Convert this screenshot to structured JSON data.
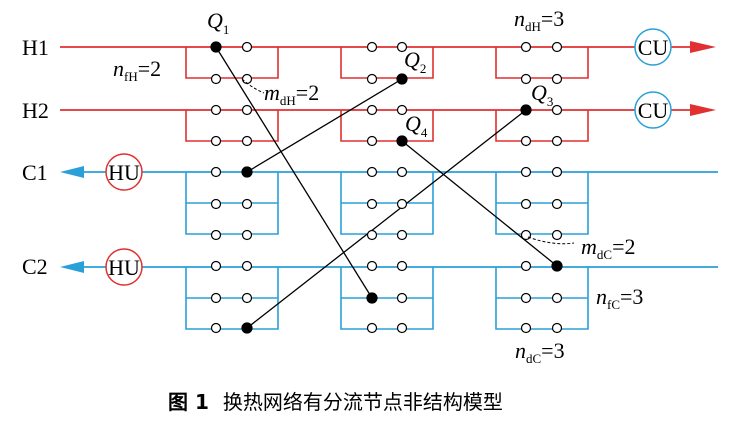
{
  "streams": {
    "hot": [
      {
        "name": "H1",
        "unit": "CU",
        "color": "#e03030"
      },
      {
        "name": "H2",
        "unit": "CU",
        "color": "#e03030"
      }
    ],
    "cold": [
      {
        "name": "C1",
        "unit": "HU",
        "color": "#2aa0d8"
      },
      {
        "name": "C2",
        "unit": "HU",
        "color": "#2aa0d8"
      }
    ]
  },
  "annotations": {
    "nfH": {
      "sym": "n",
      "sub": "fH",
      "value": "=2"
    },
    "mdH": {
      "sym": "m",
      "sub": "dH",
      "value": "=2"
    },
    "ndH": {
      "sym": "n",
      "sub": "dH",
      "value": "=3"
    },
    "mdC": {
      "sym": "m",
      "sub": "dC",
      "value": "=2"
    },
    "nfC": {
      "sym": "n",
      "sub": "fC",
      "value": "=3"
    },
    "ndC": {
      "sym": "n",
      "sub": "dC",
      "value": "=3"
    }
  },
  "exchangers": [
    {
      "name": "Q",
      "sub": "1"
    },
    {
      "name": "Q",
      "sub": "2"
    },
    {
      "name": "Q",
      "sub": "3"
    },
    {
      "name": "Q",
      "sub": "4"
    }
  ],
  "caption": {
    "fig": "图 1",
    "text": "换热网络有分流节点非结构模型"
  },
  "colors": {
    "hot": "#e03030",
    "cold": "#2aa0d8",
    "node": "#000000"
  }
}
